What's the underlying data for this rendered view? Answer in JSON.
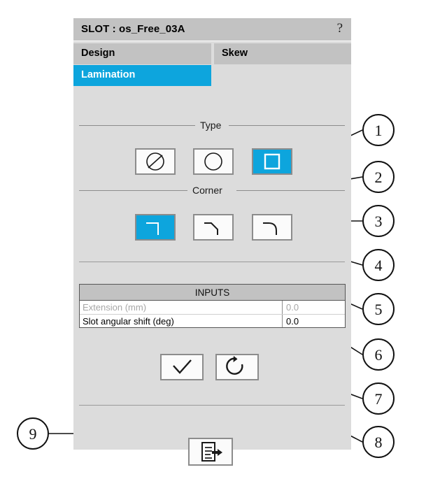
{
  "dialog": {
    "title": "SLOT : os_Free_03A",
    "help_label": "?",
    "tabs": [
      {
        "label": "Design"
      },
      {
        "label": "Skew"
      }
    ],
    "subtabs": [
      {
        "label": "Lamination"
      }
    ]
  },
  "groups": {
    "type_label": "Type",
    "corner_label": "Corner"
  },
  "type_buttons": [
    {
      "icon": "circle-slash-icon",
      "selected": false
    },
    {
      "icon": "circle-icon",
      "selected": false
    },
    {
      "icon": "square-icon",
      "selected": true
    }
  ],
  "corner_buttons": [
    {
      "icon": "sharp-corner-icon",
      "selected": true
    },
    {
      "icon": "chamfer-corner-icon",
      "selected": false
    },
    {
      "icon": "rounded-corner-icon",
      "selected": false
    }
  ],
  "inputs": {
    "header": "INPUTS",
    "rows": [
      {
        "label": "Extension (mm)",
        "value": "0.0",
        "enabled": false
      },
      {
        "label": "Slot angular shift (deg)",
        "value": "0.0",
        "enabled": true
      }
    ]
  },
  "actions": [
    {
      "icon": "check-icon",
      "name": "validate-button"
    },
    {
      "icon": "reset-icon",
      "name": "reset-button"
    }
  ],
  "export": {
    "icon": "export-document-icon"
  },
  "callouts": [
    {
      "number": "1"
    },
    {
      "number": "2"
    },
    {
      "number": "3"
    },
    {
      "number": "4"
    },
    {
      "number": "5"
    },
    {
      "number": "6"
    },
    {
      "number": "7"
    },
    {
      "number": "8"
    },
    {
      "number": "9"
    }
  ],
  "colors": {
    "accent_blue": "#0da5dd",
    "panel_bg": "#dcdcdc",
    "titlebar_bg": "#c2c2c2",
    "border_gray": "#8c8c8c"
  }
}
